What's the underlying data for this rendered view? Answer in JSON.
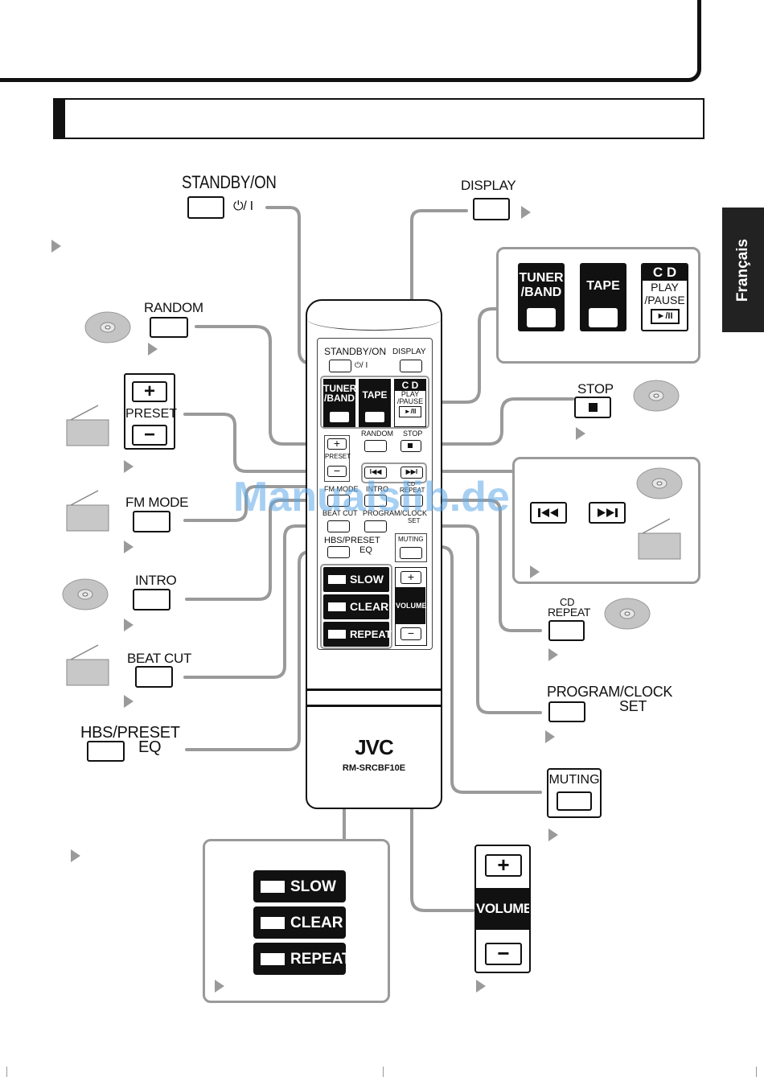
{
  "side_tab": {
    "label": "Français"
  },
  "watermark": "Manualslib.de",
  "labels": {
    "standby": "STANDBY/ON",
    "standby_sym": "⏻/ I",
    "display": "DISPLAY",
    "random": "RANDOM",
    "preset": "PRESET",
    "fm_mode": "FM MODE",
    "intro": "INTRO",
    "beat_cut": "BEAT CUT",
    "hbs_line1": "HBS/PRESET",
    "hbs_line2": "EQ",
    "stop": "STOP",
    "cd_repeat_line1": "CD",
    "cd_repeat_line2": "REPEAT",
    "program_line1": "PROGRAM/CLOCK",
    "program_line2": "SET",
    "muting": "MUTING",
    "volume": "VOLUME"
  },
  "source_buttons": {
    "tuner_line1": "TUNER",
    "tuner_line2": "/BAND",
    "tape": "TAPE",
    "cd": "C D",
    "cd_play": "PLAY",
    "cd_pause": "/PAUSE",
    "cd_sym": "►/II"
  },
  "slow_panel": {
    "slow": "SLOW",
    "clear": "CLEAR",
    "repeat": "REPEAT"
  },
  "remote": {
    "standby": "STANDBY/ON",
    "standby_sym": "⏻/ I",
    "display": "DISPLAY",
    "tuner_line1": "TUNER",
    "tuner_line2": "/BAND",
    "tape": "TAPE",
    "cd": "C D",
    "cd_play": "PLAY",
    "cd_pause": "/PAUSE",
    "cd_sym": "►/II",
    "random": "RANDOM",
    "stop": "STOP",
    "preset": "PRESET",
    "fm_mode": "FM MODE",
    "intro": "INTRO",
    "cd_repeat_line1": "CD",
    "cd_repeat_line2": "REPEAT",
    "beat_cut": "BEAT CUT",
    "program_line1": "PROGRAM/CLOCK",
    "program_line2": "SET",
    "hbs_line1": "HBS/PRESET",
    "hbs_line2": "EQ",
    "muting": "MUTING",
    "slow": "SLOW",
    "clear": "CLEAR",
    "repeat": "REPEAT",
    "volume": "VOLUME",
    "brand": "JVC",
    "model": "RM-SRCBF10E"
  },
  "icons": [
    "standby-icon",
    "play-pause-icon",
    "stop-icon",
    "skip-back-icon",
    "skip-forward-icon",
    "plus-icon",
    "minus-icon",
    "cd-disc-icon",
    "radio-icon",
    "pointer-triangle-icon"
  ]
}
